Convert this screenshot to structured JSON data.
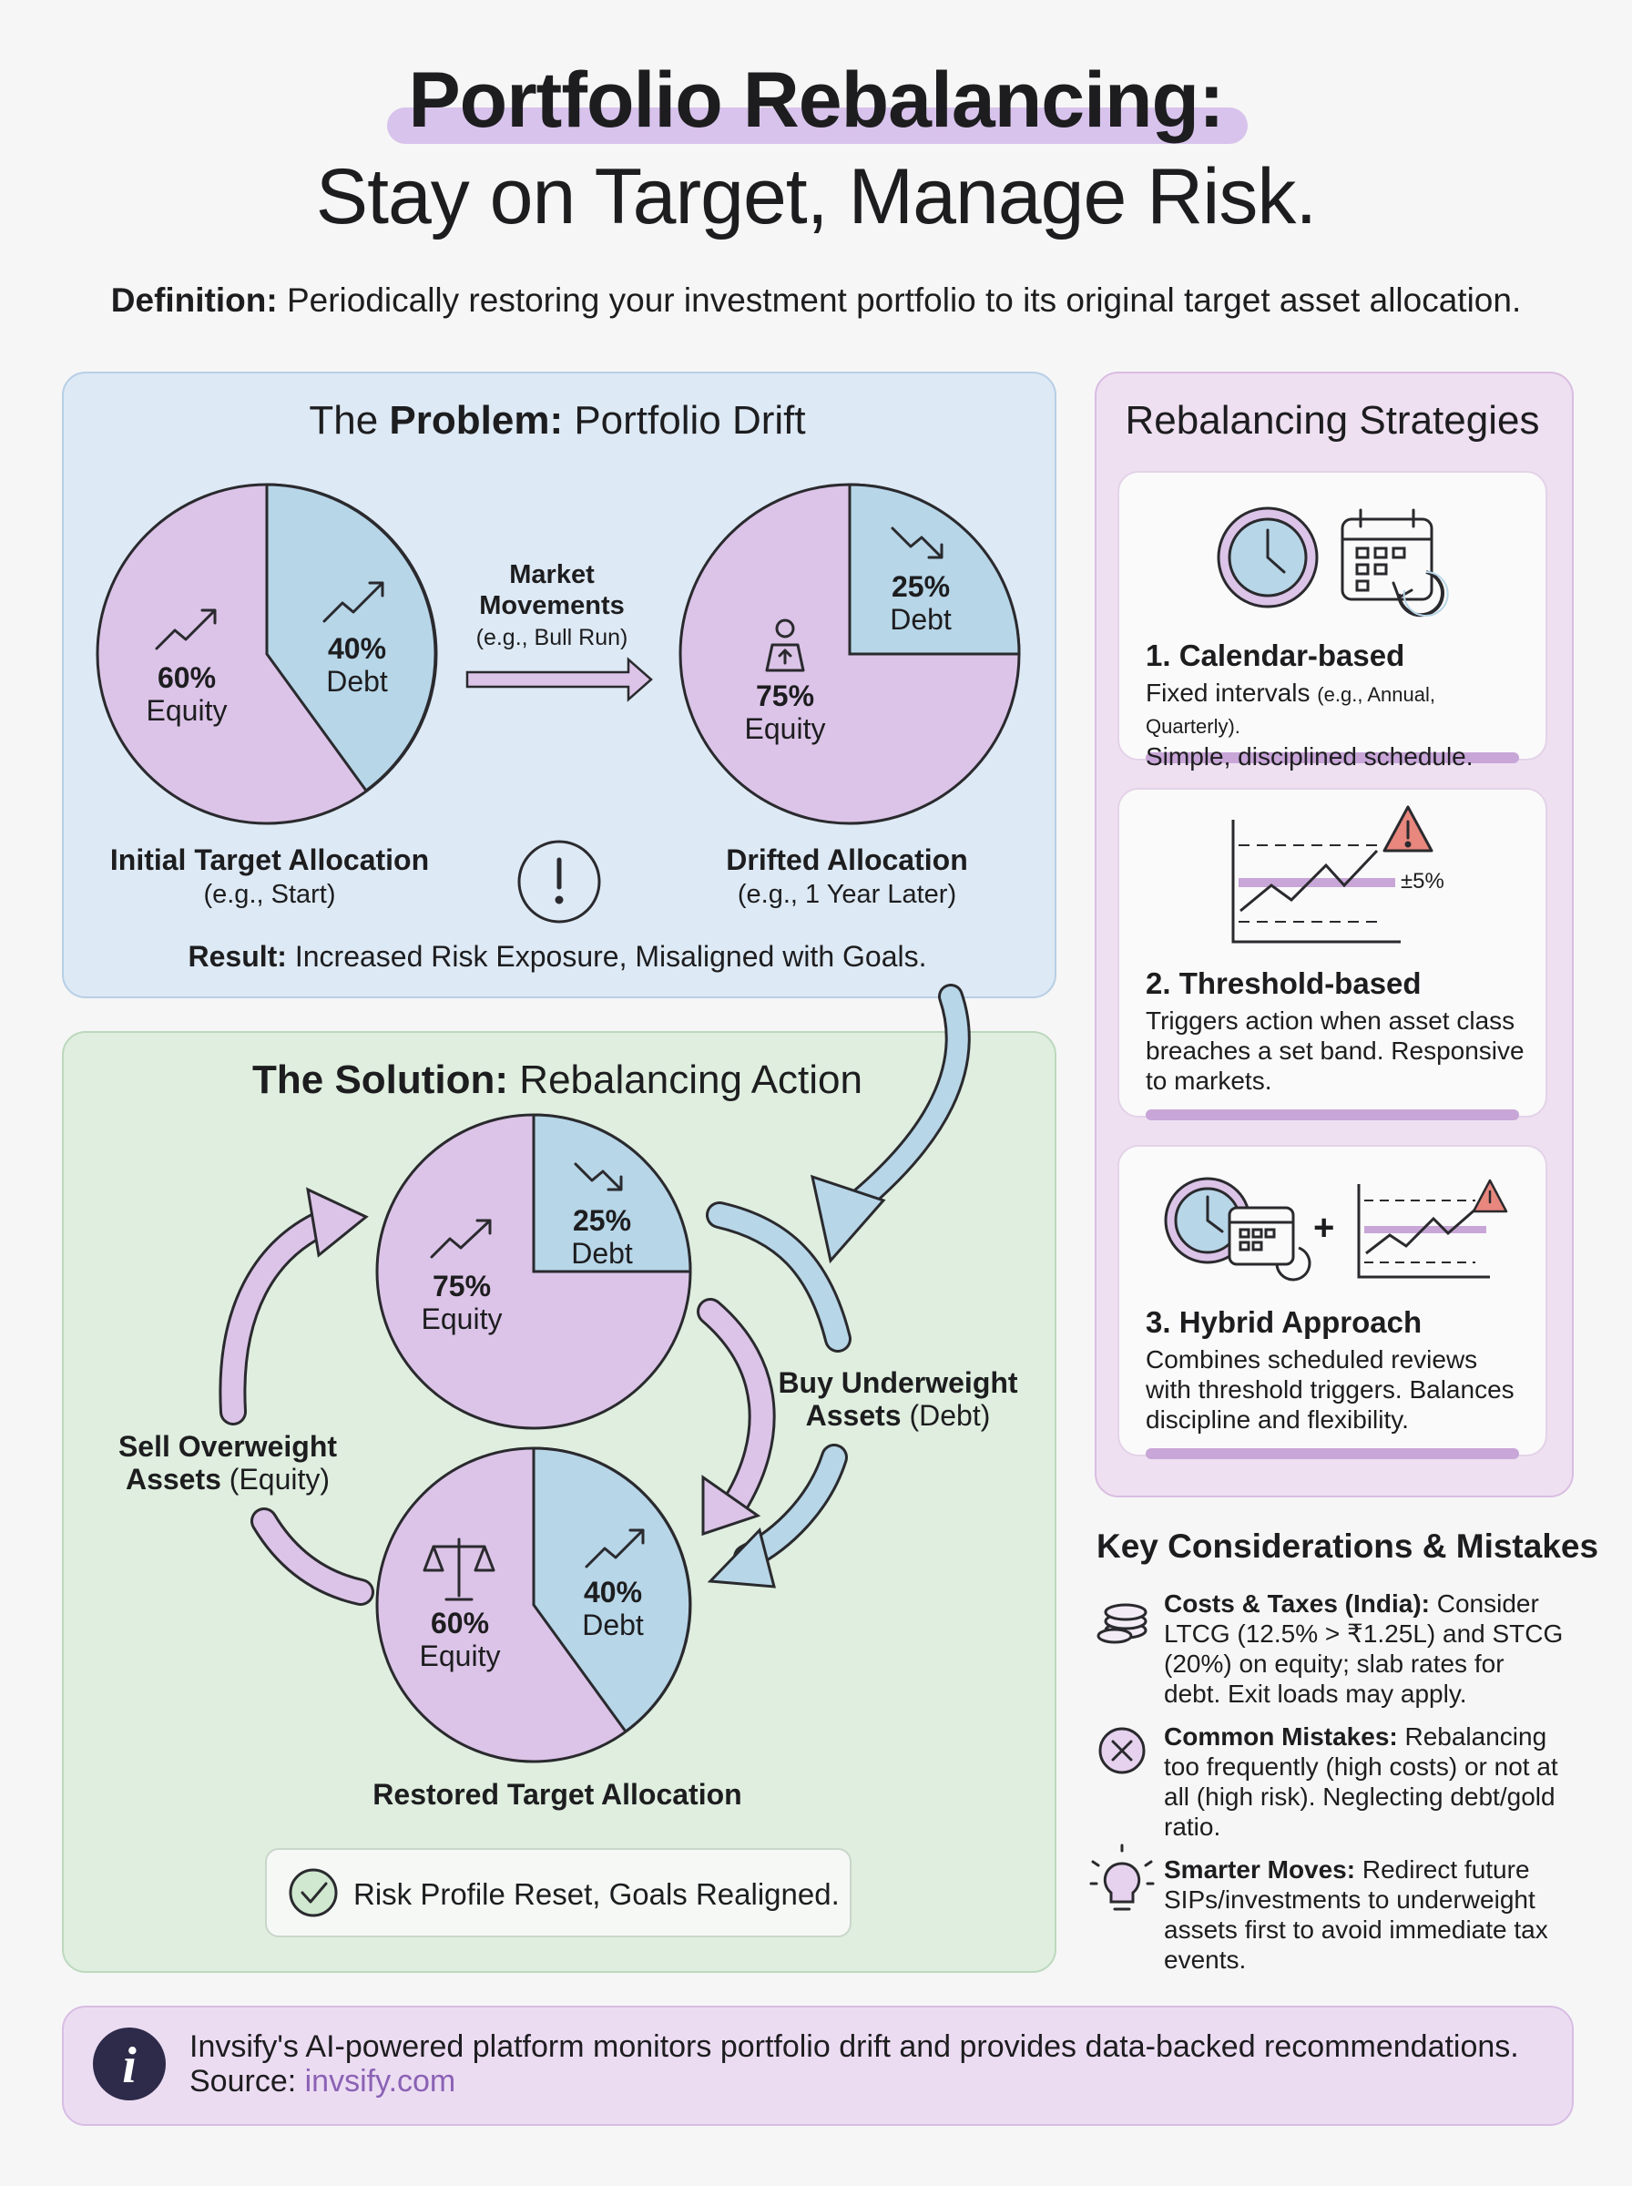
{
  "header": {
    "title_line1": "Portfolio Rebalancing:",
    "title_line2": "Stay on Target, Manage Risk.",
    "definition_label": "Definition:",
    "definition_text": " Periodically restoring your investment portfolio to its original target asset allocation."
  },
  "problem": {
    "title_prefix": "The ",
    "title_bold": "Problem:",
    "title_rest": " Portfolio Drift",
    "initial_equity_pct": "60%",
    "initial_equity_label": "Equity",
    "initial_debt_pct": "40%",
    "initial_debt_label": "Debt",
    "arrow_label_line1": "Market",
    "arrow_label_line2": "Movements",
    "arrow_label_line3": "(e.g., Bull Run)",
    "drift_debt_pct": "25%",
    "drift_debt_label": "Debt",
    "drift_equity_pct": "75%",
    "drift_equity_label": "Equity",
    "initial_caption": "Initial Target Allocation",
    "initial_sub": "(e.g., Start)",
    "drift_caption": "Drifted Allocation",
    "drift_sub": "(e.g., 1 Year Later)",
    "result_label": "Result:",
    "result_text": " Increased Risk Exposure, Misaligned with Goals."
  },
  "solution": {
    "title_bold": "The Solution:",
    "title_rest": " Rebalancing Action",
    "top_debt_pct": "25%",
    "top_debt_label": "Debt",
    "top_equity_pct": "75%",
    "top_equity_label": "Equity",
    "bottom_equity_pct": "60%",
    "bottom_equity_label": "Equity",
    "bottom_debt_pct": "40%",
    "bottom_debt_label": "Debt",
    "buy_line1": "Buy Underweight",
    "buy_line2_bold": "Assets",
    "buy_line2_rest": " (Debt)",
    "sell_line1": "Sell Overweight",
    "sell_line2_bold": "Assets",
    "sell_line2_rest": " (Equity)",
    "restored_caption": "Restored Target Allocation",
    "badge_text": "Risk Profile Reset, Goals Realigned."
  },
  "strategies": {
    "title": "Rebalancing Strategies",
    "items": [
      {
        "title": "1. Calendar-based",
        "line1_main": "Fixed intervals ",
        "line1_small": "(e.g., Annual, Quarterly).",
        "line2": "Simple, disciplined schedule."
      },
      {
        "title": "2. Threshold-based",
        "band_label": "±5%",
        "text": "Triggers action when asset class breaches a set band. Responsive to markets."
      },
      {
        "title": "3. Hybrid Approach",
        "plus": "+",
        "text": "Combines scheduled reviews with threshold triggers. Balances discipline and flexibility."
      }
    ]
  },
  "considerations": {
    "title": "Key Considerations & Mistakes",
    "items": [
      {
        "label": "Costs & Taxes (India):",
        "text": " Consider LTCG (12.5% > ₹1.25L) and STCG (20%) on equity; slab rates for debt. Exit loads may apply."
      },
      {
        "label": "Common Mistakes:",
        "text": " Rebalancing too frequently (high costs) or not at all (high risk). Neglecting debt/gold ratio."
      },
      {
        "label": "Smarter Moves:",
        "text": " Redirect future SIPs/investments to underweight assets first to avoid immediate tax events."
      }
    ]
  },
  "footer": {
    "text": "Invsify's AI-powered platform monitors portfolio drift and provides data-backed recommendations.",
    "source_label": "Source: ",
    "source_link": "invsify.com"
  },
  "colors": {
    "equity": "#dcc4e8",
    "debt": "#b7d6e8",
    "outline": "#2a2a2e",
    "accent_purple": "#c8a6d8",
    "alert_red": "#e8877e",
    "link": "#8b62b5"
  }
}
